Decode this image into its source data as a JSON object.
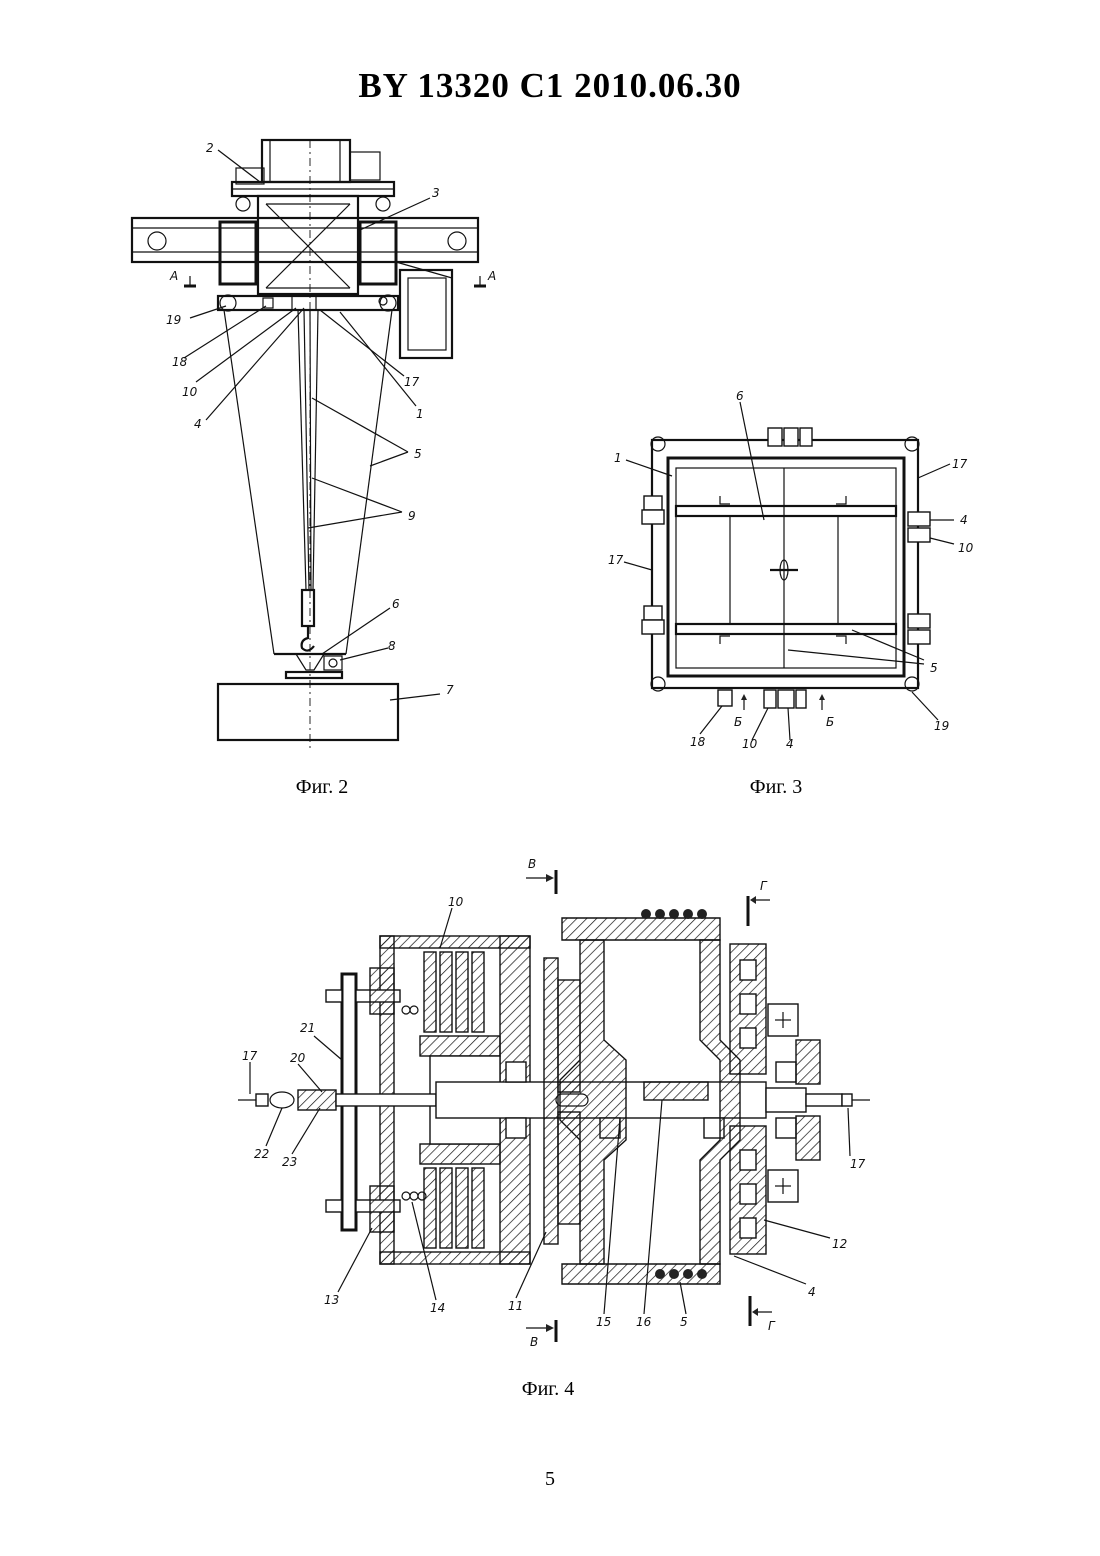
{
  "header": "BY  13320  C1  2010.06.30",
  "figures": [
    {
      "caption": "Фиг. 2",
      "labels": [
        "2",
        "3",
        "А",
        "А",
        "19",
        "18",
        "10",
        "4",
        "17",
        "1",
        "5",
        "9",
        "6",
        "8",
        "7"
      ]
    },
    {
      "caption": "Фиг. 3",
      "labels": [
        "6",
        "1",
        "17",
        "4",
        "10",
        "17",
        "5",
        "18",
        "Б",
        "10",
        "4",
        "Б",
        "19"
      ]
    },
    {
      "caption": "Фиг. 4",
      "labels": [
        "В",
        "Г",
        "10",
        "21",
        "20",
        "17",
        "22",
        "23",
        "17",
        "12",
        "13",
        "14",
        "11",
        "15",
        "16",
        "5",
        "В",
        "Г",
        "4"
      ]
    }
  ],
  "page_number": "5"
}
